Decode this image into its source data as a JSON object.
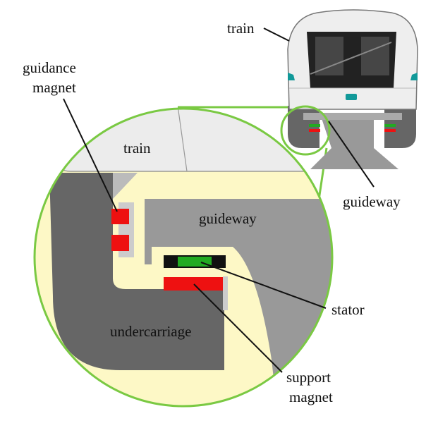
{
  "labels": {
    "train_small": "train",
    "guidance_magnet_1": "guidance",
    "guidance_magnet_2": "magnet",
    "train_zoom": "train",
    "guideway_zoom": "guideway",
    "guideway_small": "guideway",
    "stator": "stator",
    "undercarriage": "undercarriage",
    "support_magnet_1": "support",
    "support_magnet_2": "magnet"
  },
  "colors": {
    "background": "#fdf8c6",
    "undercarriage": "#666666",
    "guideway": "#999999",
    "train_body": "#ececec",
    "magnet": "#ee1111",
    "stator_core": "#22aa22",
    "outline": "#7ac943",
    "accent": "#119999"
  }
}
